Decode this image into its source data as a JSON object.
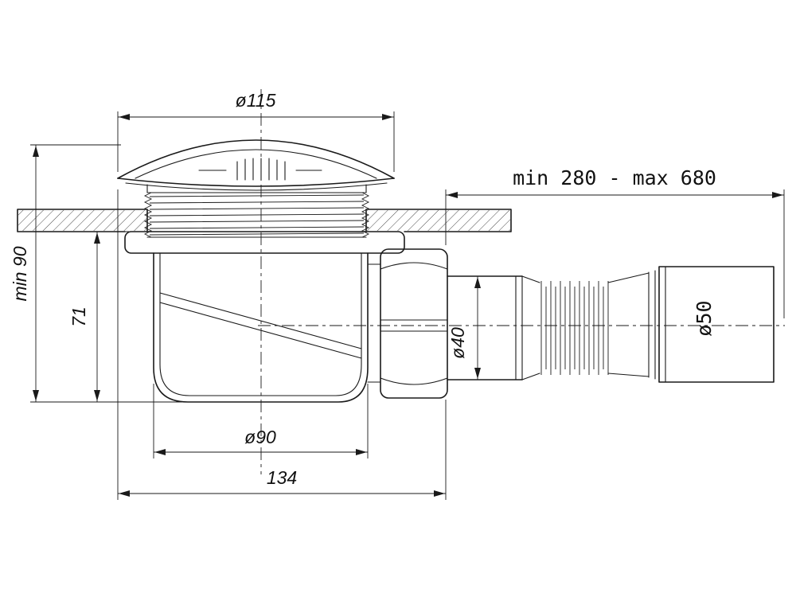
{
  "drawing": {
    "line_color": "#1a1a1a",
    "background_color": "#ffffff",
    "labels": {
      "cap_diameter": "ø115",
      "hose_length_range": "min 280 - max 680",
      "installation_depth": "min 90",
      "trap_height": "71",
      "body_diameter": "ø90",
      "trap_width": "134",
      "outlet_pipe_diameter": "ø40",
      "end_connector_diameter": "ø50"
    }
  }
}
